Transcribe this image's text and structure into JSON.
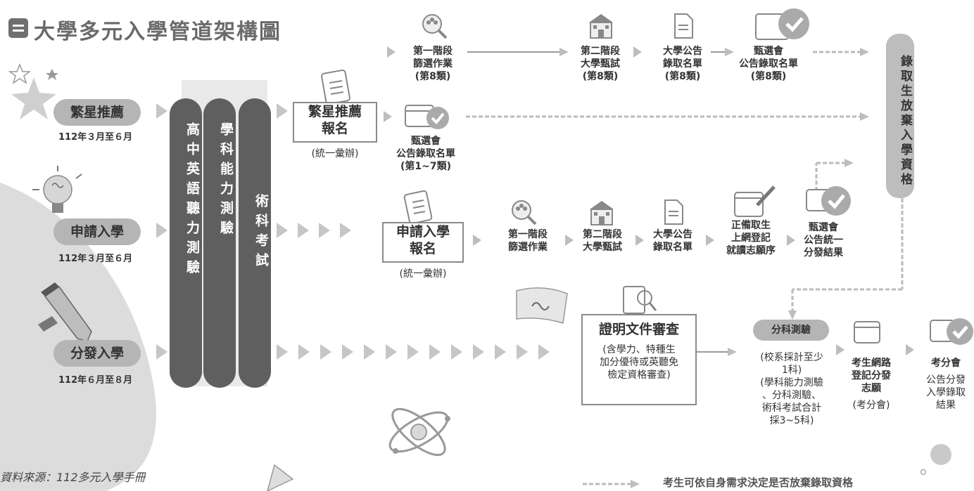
{
  "title": "大學多元入學管道架構圖",
  "channels": [
    {
      "name": "繁星推薦",
      "date": "112年３月至６月"
    },
    {
      "name": "申請入學",
      "date": "112年３月至６月"
    },
    {
      "name": "分發入學",
      "date": "112年６月至８月"
    }
  ],
  "exams": [
    {
      "label": "高中英語聽力測驗"
    },
    {
      "label": "學科能力測驗"
    },
    {
      "label": "術科考試"
    }
  ],
  "star": {
    "register_title": "繁星推薦\n報名",
    "register_note": "(統一彙辦)",
    "stage1": "第一階段\n篩選作業\n(第8類)",
    "stage2": "第二階段\n大學甄試\n(第8類)",
    "announce": "大學公告\n錄取名單\n(第8類)",
    "committee": "甄選會\n公告錄取名單\n(第8類)",
    "committee_1_7": "甄選會\n公告錄取名單\n(第1~7類)"
  },
  "apply": {
    "register_title": "申請入學\n報名",
    "register_note": "(統一彙辦)",
    "stage1": "第一階段\n篩選作業",
    "stage2": "第二階段\n大學甄試",
    "announce": "大學公告\n錄取名單",
    "waitlist": "正備取生\n上網登記\n就讀志願序",
    "committee": "甄選會\n公告統一\n分發結果"
  },
  "giveup": "錄取生放棄入學資格",
  "distribution": {
    "review_title": "證明文件審查",
    "review_note": "(含學力、特種生\n加分優待或英聽免\n檢定資格審查)",
    "subject_exam": "分科測驗",
    "subject_note": "(校系採計至少\n1科)\n(學科能力測驗\n、分科測驗、\n術科考試合計\n採3~5科)",
    "online": "考生網路\n登記分發\n志願",
    "online_note": "(考分會)",
    "result_title": "考分會",
    "result": "公告分發\n入學錄取\n結果"
  },
  "source": "資料來源：112多元入學手冊",
  "legend": "考生可依自身需求決定是否放棄錄取資格",
  "colors": {
    "dark_column": "#5f5f5f",
    "pill": "#b5b5b5",
    "band": "#e9e9e9",
    "arrow": "#bdbdbd"
  }
}
